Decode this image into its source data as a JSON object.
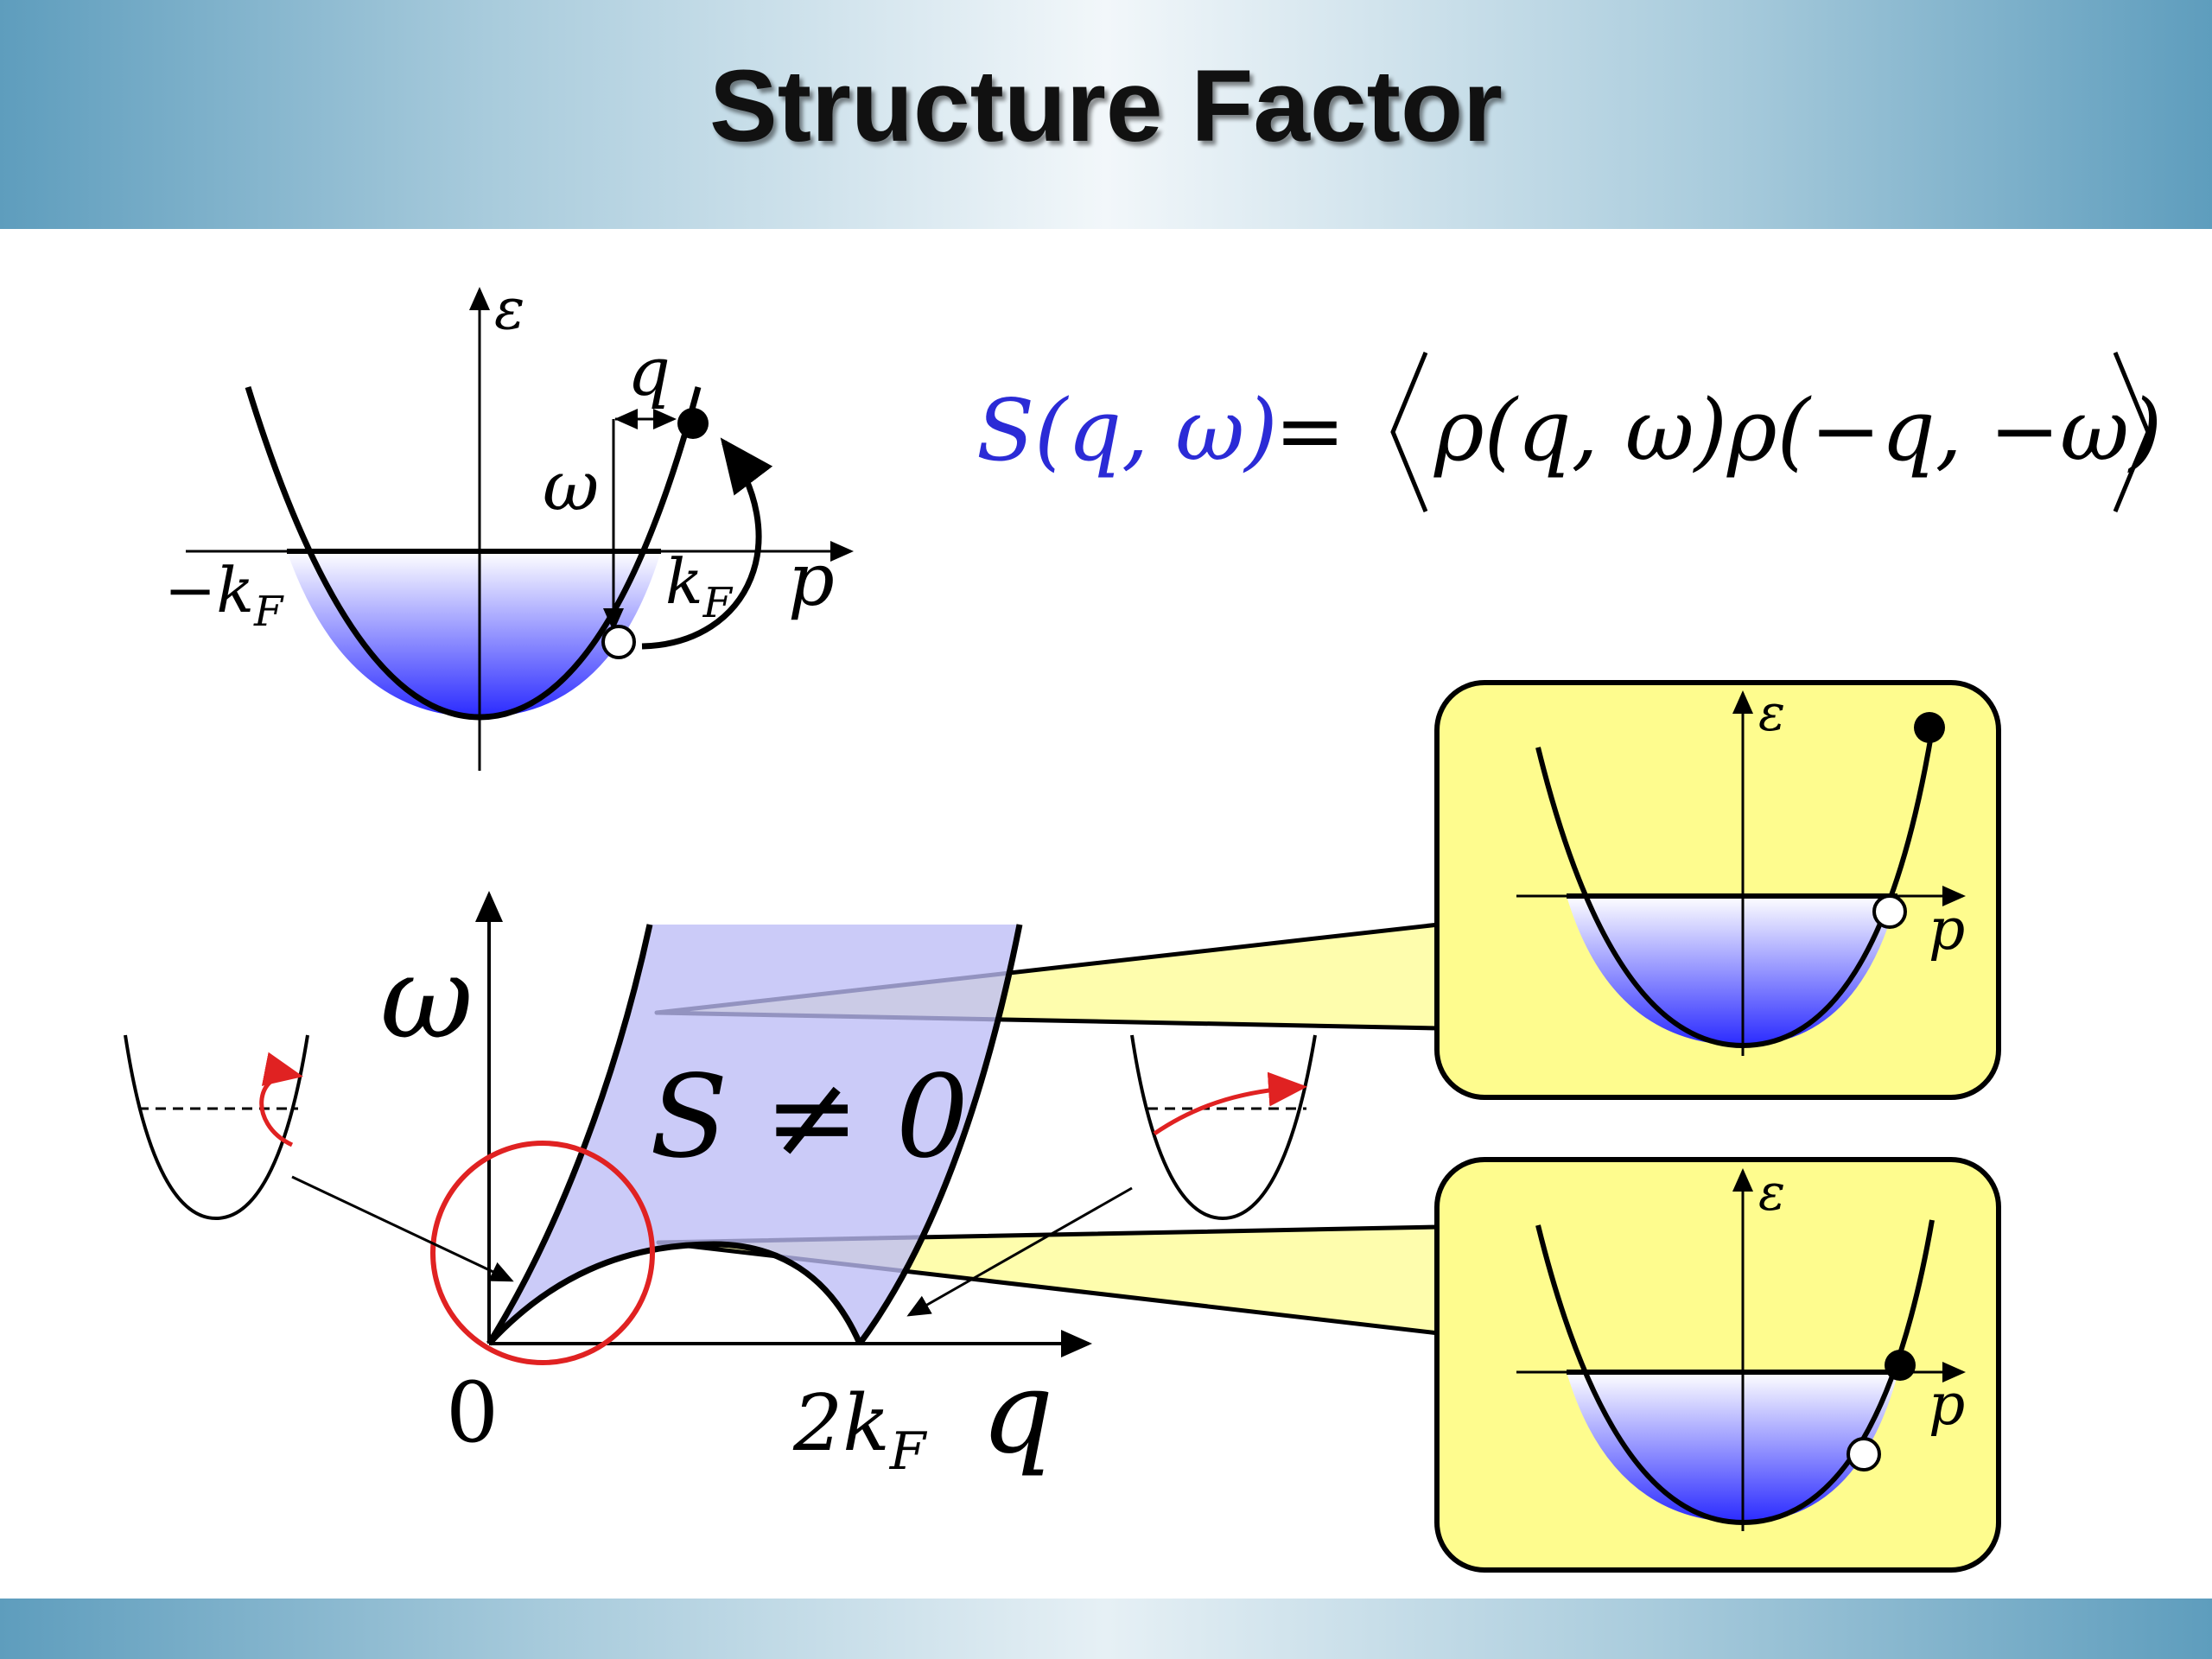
{
  "slide": {
    "title": "Structure Factor"
  },
  "equation": {
    "lhs": "S(q, ω)",
    "equals": "=",
    "rhs": "ρ(q, ω)ρ(−q, −ω)",
    "lhs_color": "#2b2bd6"
  },
  "top_band": {
    "axis_y": "ε",
    "axis_x": "p",
    "left_fermi": "−k",
    "right_fermi": "k",
    "fermi_sub": "F",
    "momentum": "q",
    "energy": "ω"
  },
  "spectrum": {
    "axis_y": "ω",
    "axis_x": "q",
    "origin": "0",
    "tick_2kf": "2k",
    "tick_sub": "F",
    "region_label": "S ≠ 0",
    "region_color": "#bcbcf6"
  },
  "inset_top": {
    "axis_y": "ε",
    "axis_x": "p"
  },
  "inset_bottom": {
    "axis_y": "ε",
    "axis_x": "p"
  },
  "colors": {
    "callout_fill": "#fefc8e",
    "fermi_sea": "#2a2aff",
    "highlight_circle": "#e02222",
    "excitation_arrow": "#e02222"
  }
}
